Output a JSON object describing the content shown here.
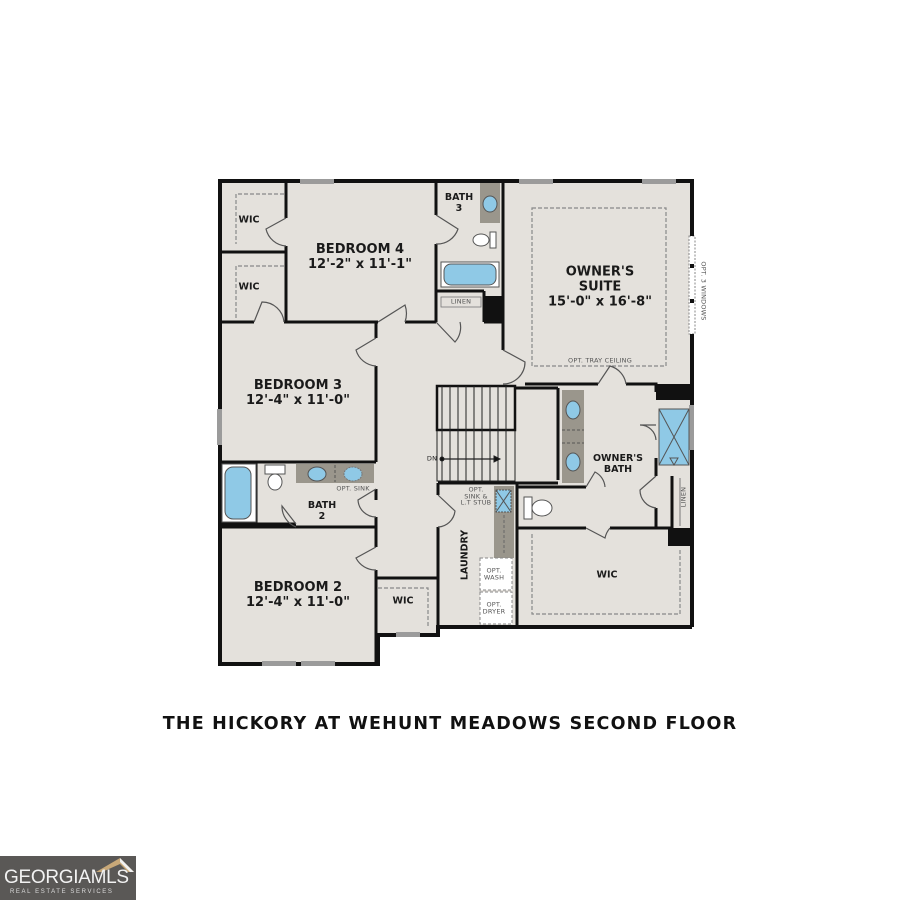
{
  "plan": {
    "title": "THE HICKORY AT WEHUNT MEADOWS SECOND FLOOR",
    "colors": {
      "floor": "#e4e1dc",
      "wall": "#111111",
      "fixture_blue": "#8fc9e6",
      "counter": "#9a968c",
      "window": "#9b9b9b",
      "background": "#ffffff"
    },
    "rooms": [
      {
        "id": "bedroom-4",
        "name": "BEDROOM 4",
        "dims": "12'-2\" x 11'-1\""
      },
      {
        "id": "bedroom-3",
        "name": "BEDROOM 3",
        "dims": "12'-4\" x 11'-0\""
      },
      {
        "id": "bedroom-2",
        "name": "BEDROOM 2",
        "dims": "12'-4\" x 11'-0\""
      },
      {
        "id": "owners-suite",
        "name_line1": "OWNER'S",
        "name_line2": "SUITE",
        "dims": "15'-0\" x 16'-8\""
      },
      {
        "id": "owners-bath",
        "name_line1": "OWNER'S",
        "name_line2": "BATH"
      },
      {
        "id": "bath-3",
        "name_line1": "BATH",
        "name_line2": "3"
      },
      {
        "id": "bath-2",
        "name_line1": "BATH",
        "name_line2": "2"
      },
      {
        "id": "wic-top",
        "name": "WIC"
      },
      {
        "id": "wic-mid",
        "name": "WIC"
      },
      {
        "id": "wic-bed2",
        "name": "WIC"
      },
      {
        "id": "wic-owner",
        "name": "WIC"
      },
      {
        "id": "laundry",
        "name": "LAUNDRY"
      },
      {
        "id": "linen-bath3",
        "name": "LINEN"
      },
      {
        "id": "linen-owner",
        "name": "LINEN"
      }
    ],
    "annotations": {
      "tray_ceiling": "OPT. TRAY CEILING",
      "windows": "OPT. 3 WINDOWS",
      "opt_sink": "OPT. SINK",
      "opt_sink_stub_1": "OPT.",
      "opt_sink_stub_2": "SINK &",
      "opt_sink_stub_3": "L.T STUB",
      "opt_wash_1": "OPT.",
      "opt_wash_2": "WASH",
      "opt_dryer_1": "OPT.",
      "opt_dryer_2": "DRYER",
      "stairs_down": "DN"
    }
  },
  "logo": {
    "brand_main": "GEORGIA",
    "brand_accent": "MLS",
    "tagline": "REAL ESTATE SERVICES",
    "colors": {
      "bg": "#5a5856",
      "roof": "#c8a878"
    }
  }
}
